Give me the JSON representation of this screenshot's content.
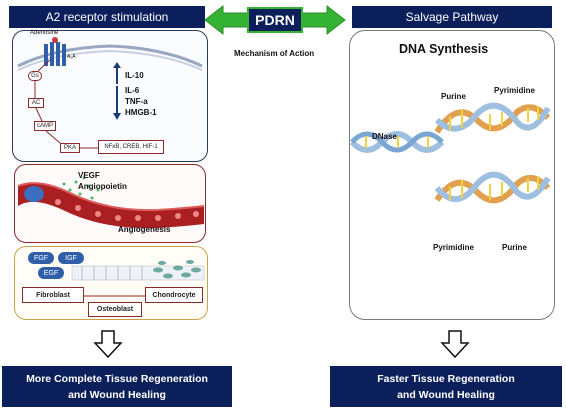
{
  "header": {
    "left_title": "A2 receptor stimulation",
    "center_title": "PDRN",
    "right_title": "Salvage Pathway",
    "center_subtitle": "Mechanism of Action"
  },
  "a2_panel": {
    "adenosine": "Adenosine",
    "a2a": "A₂A",
    "gs": "Gs",
    "ac": "AC",
    "camp": "cAMP",
    "pka": "PKA",
    "transcription": "NFκB, CREB, HIF-1",
    "cytokine_up": "IL-10",
    "cytokines_down": [
      "IL-6",
      "TNF-a",
      "HMGB-1"
    ]
  },
  "angio_panel": {
    "vegf": "VEGF",
    "angiopoietin": "Angiopoietin",
    "angiogenesis": "Angiogenesis"
  },
  "cell_panel": {
    "fgf": "FGF",
    "igf": "IGF",
    "egf": "EGF",
    "fibroblast": "Fibroblast",
    "osteoblast": "Osteoblast",
    "chondrocyte": "Chondrocyte"
  },
  "dna_panel": {
    "title": "DNA Synthesis",
    "dnase": "DNase",
    "purine_top": "Purine",
    "pyrimidine_top": "Pyrimidine",
    "pyrimidine_bottom": "Pyrimidine",
    "purine_bottom": "Purine"
  },
  "outcomes": {
    "left_line1": "More Complete Tissue Regeneration",
    "left_line2": "and Wound Healing",
    "right_line1": "Faster Tissue Regeneration",
    "right_line2": "and Wound Healing"
  },
  "colors": {
    "navy": "#0b1f5a",
    "panel_border": "#8b2a2a",
    "green_arrow": "#34b233"
  }
}
